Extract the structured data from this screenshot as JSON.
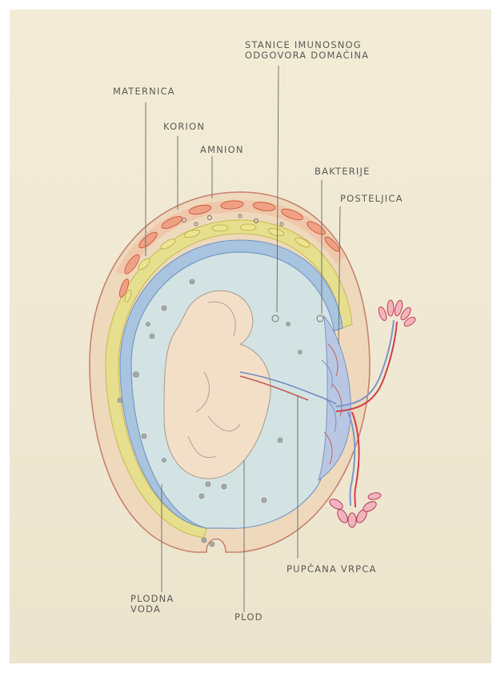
{
  "labels": {
    "maternica": "MATERNICA",
    "korion": "KORION",
    "amnion": "AMNION",
    "stanice": "STANICE IMUNOSNOG\nODGOVORA DOMAĆINA",
    "bakterije": "BAKTERIJE",
    "posteljica": "POSTELJICA",
    "pupcana_vrpca": "PUPČANA VRPCA",
    "plodna_voda": "PLODNA\nVODA",
    "plod": "PLOD"
  },
  "colors": {
    "paper": "#efe8d2",
    "uterus_wall": "#e9d0b4",
    "muscle_cells": "#e07a5f",
    "chorion": "#e3dc8a",
    "amnion": "#a8c3dc",
    "amniotic_fluid": "#cfe0e2",
    "fetus": "#f3dfc8",
    "artery": "#d0404a",
    "vein": "#5b7fc0"
  }
}
